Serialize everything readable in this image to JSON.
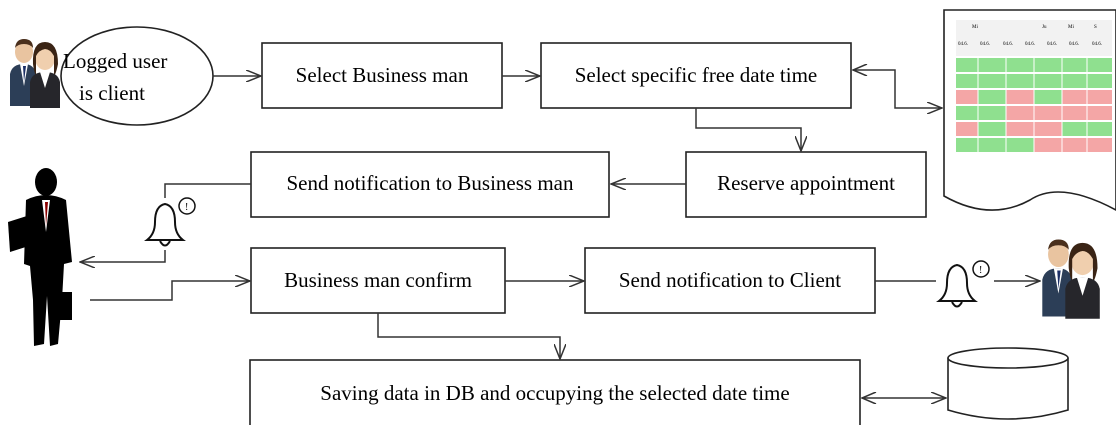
{
  "nodes": {
    "start_line1": "Logged user",
    "start_line2": "is client",
    "select_business_man": "Select Business man",
    "select_free_date_time": "Select specific free date time",
    "reserve_appointment": "Reserve appointment",
    "notify_business_man": "Send notification to Business man",
    "business_man_confirm": "Business man confirm",
    "notify_client": "Send notification to Client",
    "save_data": "Saving data in DB and occupying the selected date time"
  },
  "icons": {
    "client_users": "client-users-icon",
    "business_man": "business-man-silhouette-icon",
    "notification_bell": "bell-notification-icon",
    "calendar_document": "calendar-document-icon",
    "database": "database-cylinder-icon"
  },
  "colors": {
    "slot_free": "#8fe08f",
    "slot_busy": "#f4a6a6",
    "line": "#333333"
  }
}
